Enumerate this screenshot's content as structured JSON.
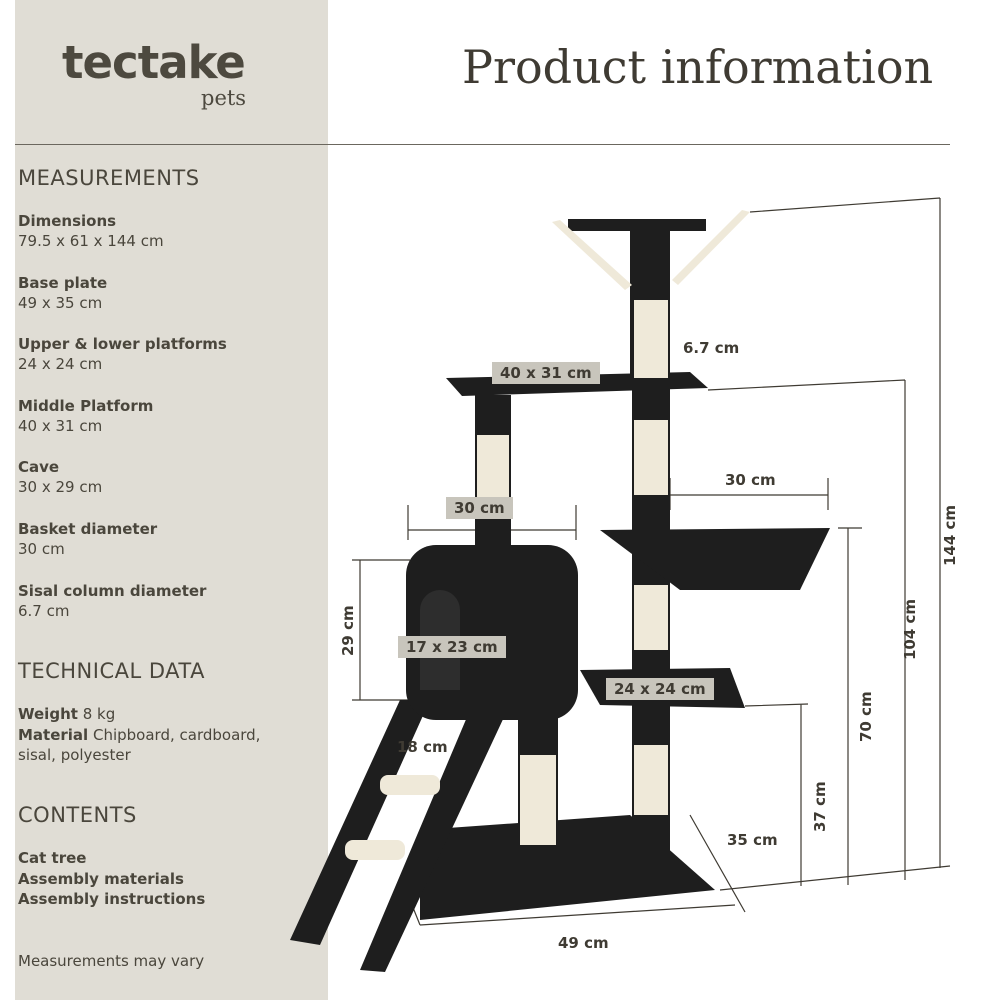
{
  "brand": {
    "name": "tectake",
    "sub": "pets"
  },
  "title": "Product information",
  "measurements": {
    "heading": "MEASUREMENTS",
    "items": [
      {
        "label": "Dimensions",
        "value": "79.5 x 61 x 144 cm"
      },
      {
        "label": "Base plate",
        "value": "49 x 35 cm"
      },
      {
        "label": "Upper & lower platforms",
        "value": "24 x 24 cm"
      },
      {
        "label": "Middle Platform",
        "value": "40 x 31 cm"
      },
      {
        "label": "Cave",
        "value": "30 x 29 cm"
      },
      {
        "label": "Basket diameter",
        "value": "30 cm"
      },
      {
        "label": "Sisal column diameter",
        "value": "6.7 cm"
      }
    ]
  },
  "technical": {
    "heading": "TECHNICAL DATA",
    "weight_label": "Weight",
    "weight": "8 kg",
    "material_label": "Material",
    "material": "Chipboard, cardboard,",
    "material2": "sisal, polyester"
  },
  "contents": {
    "heading": "CONTENTS",
    "items": [
      "Cat tree",
      "Assembly materials",
      "Assembly instructions"
    ]
  },
  "note": "Measurements may vary",
  "dims": {
    "col": "6.7 cm",
    "mid": "40 x 31 cm",
    "basket": "30 cm",
    "cave_w": "30 cm",
    "cave_h": "29 cm",
    "entry": "17 x 23 cm",
    "plat": "24 x 24 cm",
    "ladder": "18 cm",
    "depth": "35 cm",
    "width": "49 cm",
    "h37": "37 cm",
    "h70": "70 cm",
    "h104": "104 cm",
    "h144": "144 cm"
  },
  "colors": {
    "panel": "#e0ddd5",
    "text": "#4a463c",
    "plush": "#1e1e1e",
    "sisal": "#efe9d9"
  }
}
